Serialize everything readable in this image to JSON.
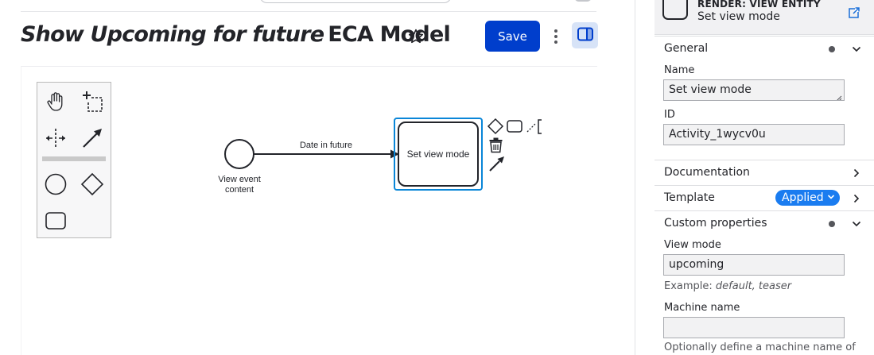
{
  "page": {
    "title_italic": "Show Upcoming for future",
    "title_rest": "ECA Model",
    "save_label": "Save"
  },
  "palette": {
    "tools": [
      "hand-tool",
      "lasso-tool",
      "space-tool",
      "global-connect-tool",
      "create-start-event",
      "create-gateway",
      "create-task"
    ]
  },
  "diagram": {
    "start_event_label_line1": "View event",
    "start_event_label_line2": "content",
    "flow_label": "Date in future",
    "task_label": "Set view mode",
    "context_pad": [
      "append-gateway",
      "append-task",
      "append-text-annotation",
      "delete",
      "connect"
    ]
  },
  "properties": {
    "header_type": "RENDER: VIEW ENTITY",
    "header_name": "Set view mode",
    "sections": {
      "general": "General",
      "documentation": "Documentation",
      "template": "Template",
      "template_badge": "Applied",
      "custom": "Custom properties"
    },
    "fields": {
      "name_label": "Name",
      "name_value": "Set view mode",
      "id_label": "ID",
      "id_value": "Activity_1wycv0u",
      "view_mode_label": "View mode",
      "view_mode_value": "upcoming",
      "view_mode_hint_prefix": "Example: ",
      "view_mode_hint_examples": "default, teaser",
      "machine_name_label": "Machine name",
      "machine_name_value": "",
      "machine_name_hint": "Optionally define a machine name of"
    }
  },
  "colors": {
    "accent": "#003ecc",
    "badge": "#1a7cf0",
    "selection": "#0a86d8"
  }
}
